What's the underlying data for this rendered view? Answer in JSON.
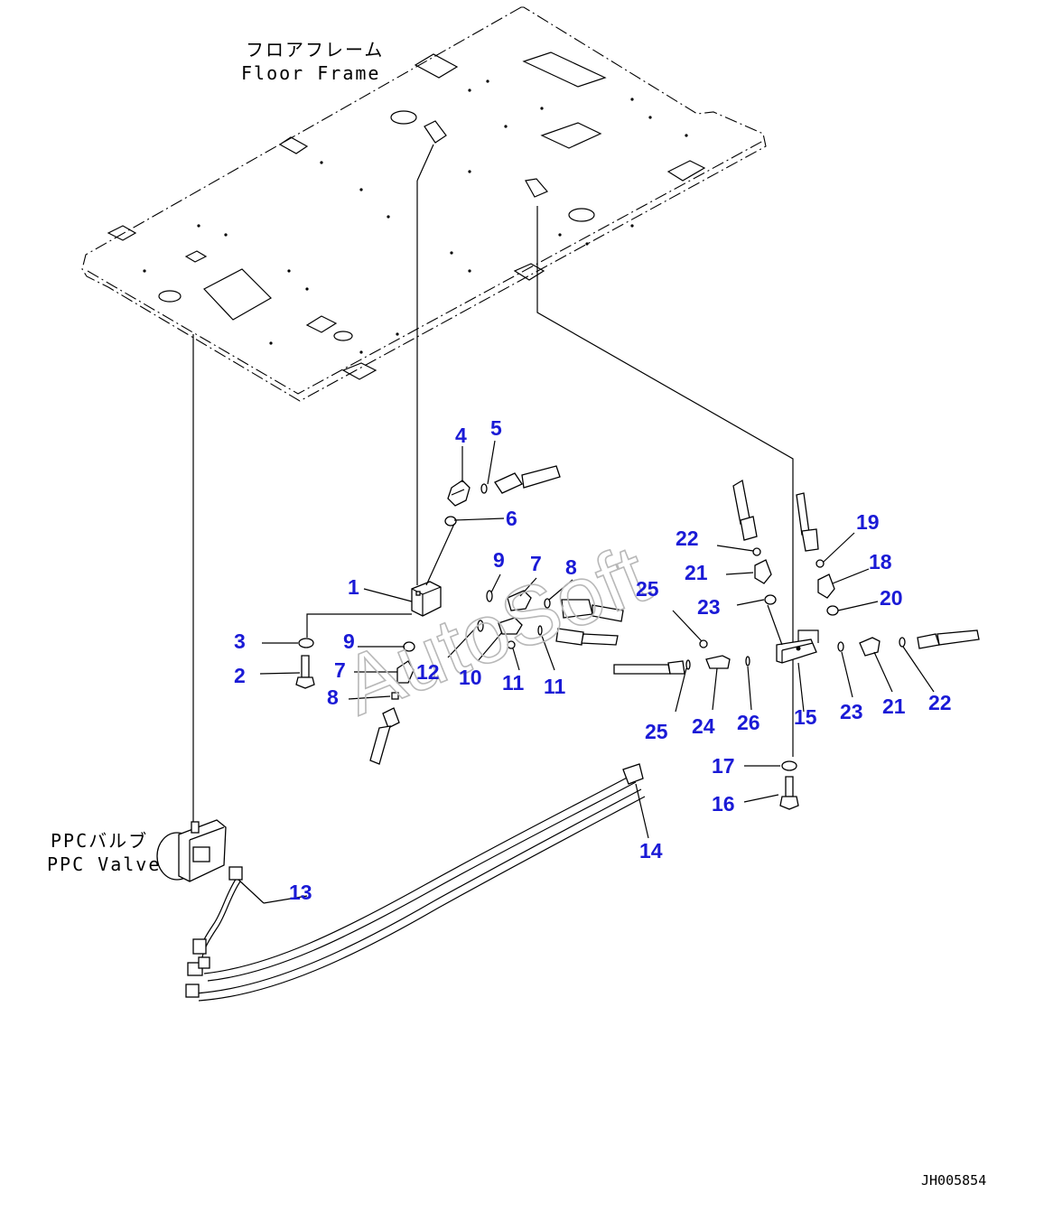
{
  "captions": {
    "floor_frame_jp": "フロアフレーム",
    "floor_frame_en": "Floor Frame",
    "ppc_valve_jp": "PPCバルブ",
    "ppc_valve_en": "PPC Valve"
  },
  "watermark": "AutoSoft",
  "drawing_code": "JH005854",
  "callouts": {
    "c1": "1",
    "c2": "2",
    "c3": "3",
    "c4": "4",
    "c5": "5",
    "c6": "6",
    "c7a": "7",
    "c7b": "7",
    "c8a": "8",
    "c8b": "8",
    "c9a": "9",
    "c9b": "9",
    "c10": "10",
    "c11a": "11",
    "c11b": "11",
    "c12": "12",
    "c13": "13",
    "c14": "14",
    "c15": "15",
    "c16": "16",
    "c17": "17",
    "c18": "18",
    "c19": "19",
    "c20": "20",
    "c21a": "21",
    "c21b": "21",
    "c22a": "22",
    "c22b": "22",
    "c23a": "23",
    "c23b": "23",
    "c24": "24",
    "c25a": "25",
    "c25b": "25",
    "c26": "26"
  },
  "colors": {
    "callout": "#1a1ad6",
    "line": "#000000",
    "watermark": "#b8b8b8"
  }
}
